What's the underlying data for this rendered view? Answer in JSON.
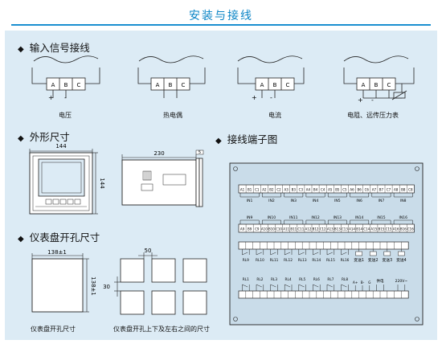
{
  "header": {
    "title": "安装与接线"
  },
  "sections": {
    "wiring": "输入信号接线",
    "dimensions": "外形尺寸",
    "terminals": "接线端子图",
    "cutout": "仪表盘开孔尺寸"
  },
  "wiring_diagrams": [
    {
      "caption": "电压",
      "terminals": [
        "A",
        "B",
        "C"
      ],
      "plus": "+",
      "minus": "-"
    },
    {
      "caption": "热电偶",
      "terminals": [
        "A",
        "B",
        "C"
      ]
    },
    {
      "caption": "电流",
      "terminals": [
        "A",
        "B",
        "C"
      ],
      "plus": "+",
      "minus": "-"
    },
    {
      "caption": "电阻、远传压力表",
      "terminals": [
        "A",
        "B",
        "C"
      ],
      "plus": "+",
      "minus": "-"
    }
  ],
  "dimensions": {
    "front_width": "144",
    "front_height": "144",
    "side_length": "230",
    "side_panel": "5"
  },
  "terminal_block": {
    "top_labels": [
      "A1",
      "B1",
      "C1",
      "A2",
      "B2",
      "C2",
      "A3",
      "B3",
      "C3",
      "A4",
      "B4",
      "C4",
      "A5",
      "B5",
      "C5",
      "A6",
      "B6",
      "C6",
      "A7",
      "B7",
      "C7",
      "A8",
      "B8",
      "C8"
    ],
    "top_groups": [
      "IN1",
      "IN2",
      "IN3",
      "IN4",
      "IN5",
      "IN6",
      "IN7",
      "IN8"
    ],
    "mid_groups": [
      "IN9",
      "IN10",
      "IN11",
      "IN12",
      "IN13",
      "IN14",
      "IN15",
      "IN16"
    ],
    "mid_labels": [
      "A9",
      "B9",
      "C9",
      "A10",
      "B10",
      "C10",
      "A11",
      "B11",
      "C11",
      "A12",
      "B12",
      "C12",
      "A13",
      "B13",
      "C13",
      "A14",
      "B14",
      "C14",
      "A15",
      "B15",
      "C15",
      "A16",
      "B16",
      "C16"
    ],
    "relay_labels_row1": [
      "RL9",
      "RL10",
      "RL11",
      "RL12",
      "RL13",
      "RL14",
      "RL15",
      "RL16"
    ],
    "transmit_labels": [
      "变送1",
      "变送2",
      "变送3",
      "变送4"
    ],
    "relay_labels_row2": [
      "RL1",
      "RL2",
      "RL3",
      "RL4",
      "RL5",
      "RL6",
      "RL7",
      "RL8"
    ],
    "comm_labels": [
      "A+",
      "B-",
      "G"
    ],
    "power_label": "供电",
    "supply_label": "220V~"
  },
  "cutout": {
    "width": "138±1",
    "height": "138±1",
    "spacing_h": "50",
    "spacing_v": "30",
    "caption_left": "仪表盘开孔尺寸",
    "caption_right": "仪表盘开孔上下及左右之间的尺寸"
  }
}
